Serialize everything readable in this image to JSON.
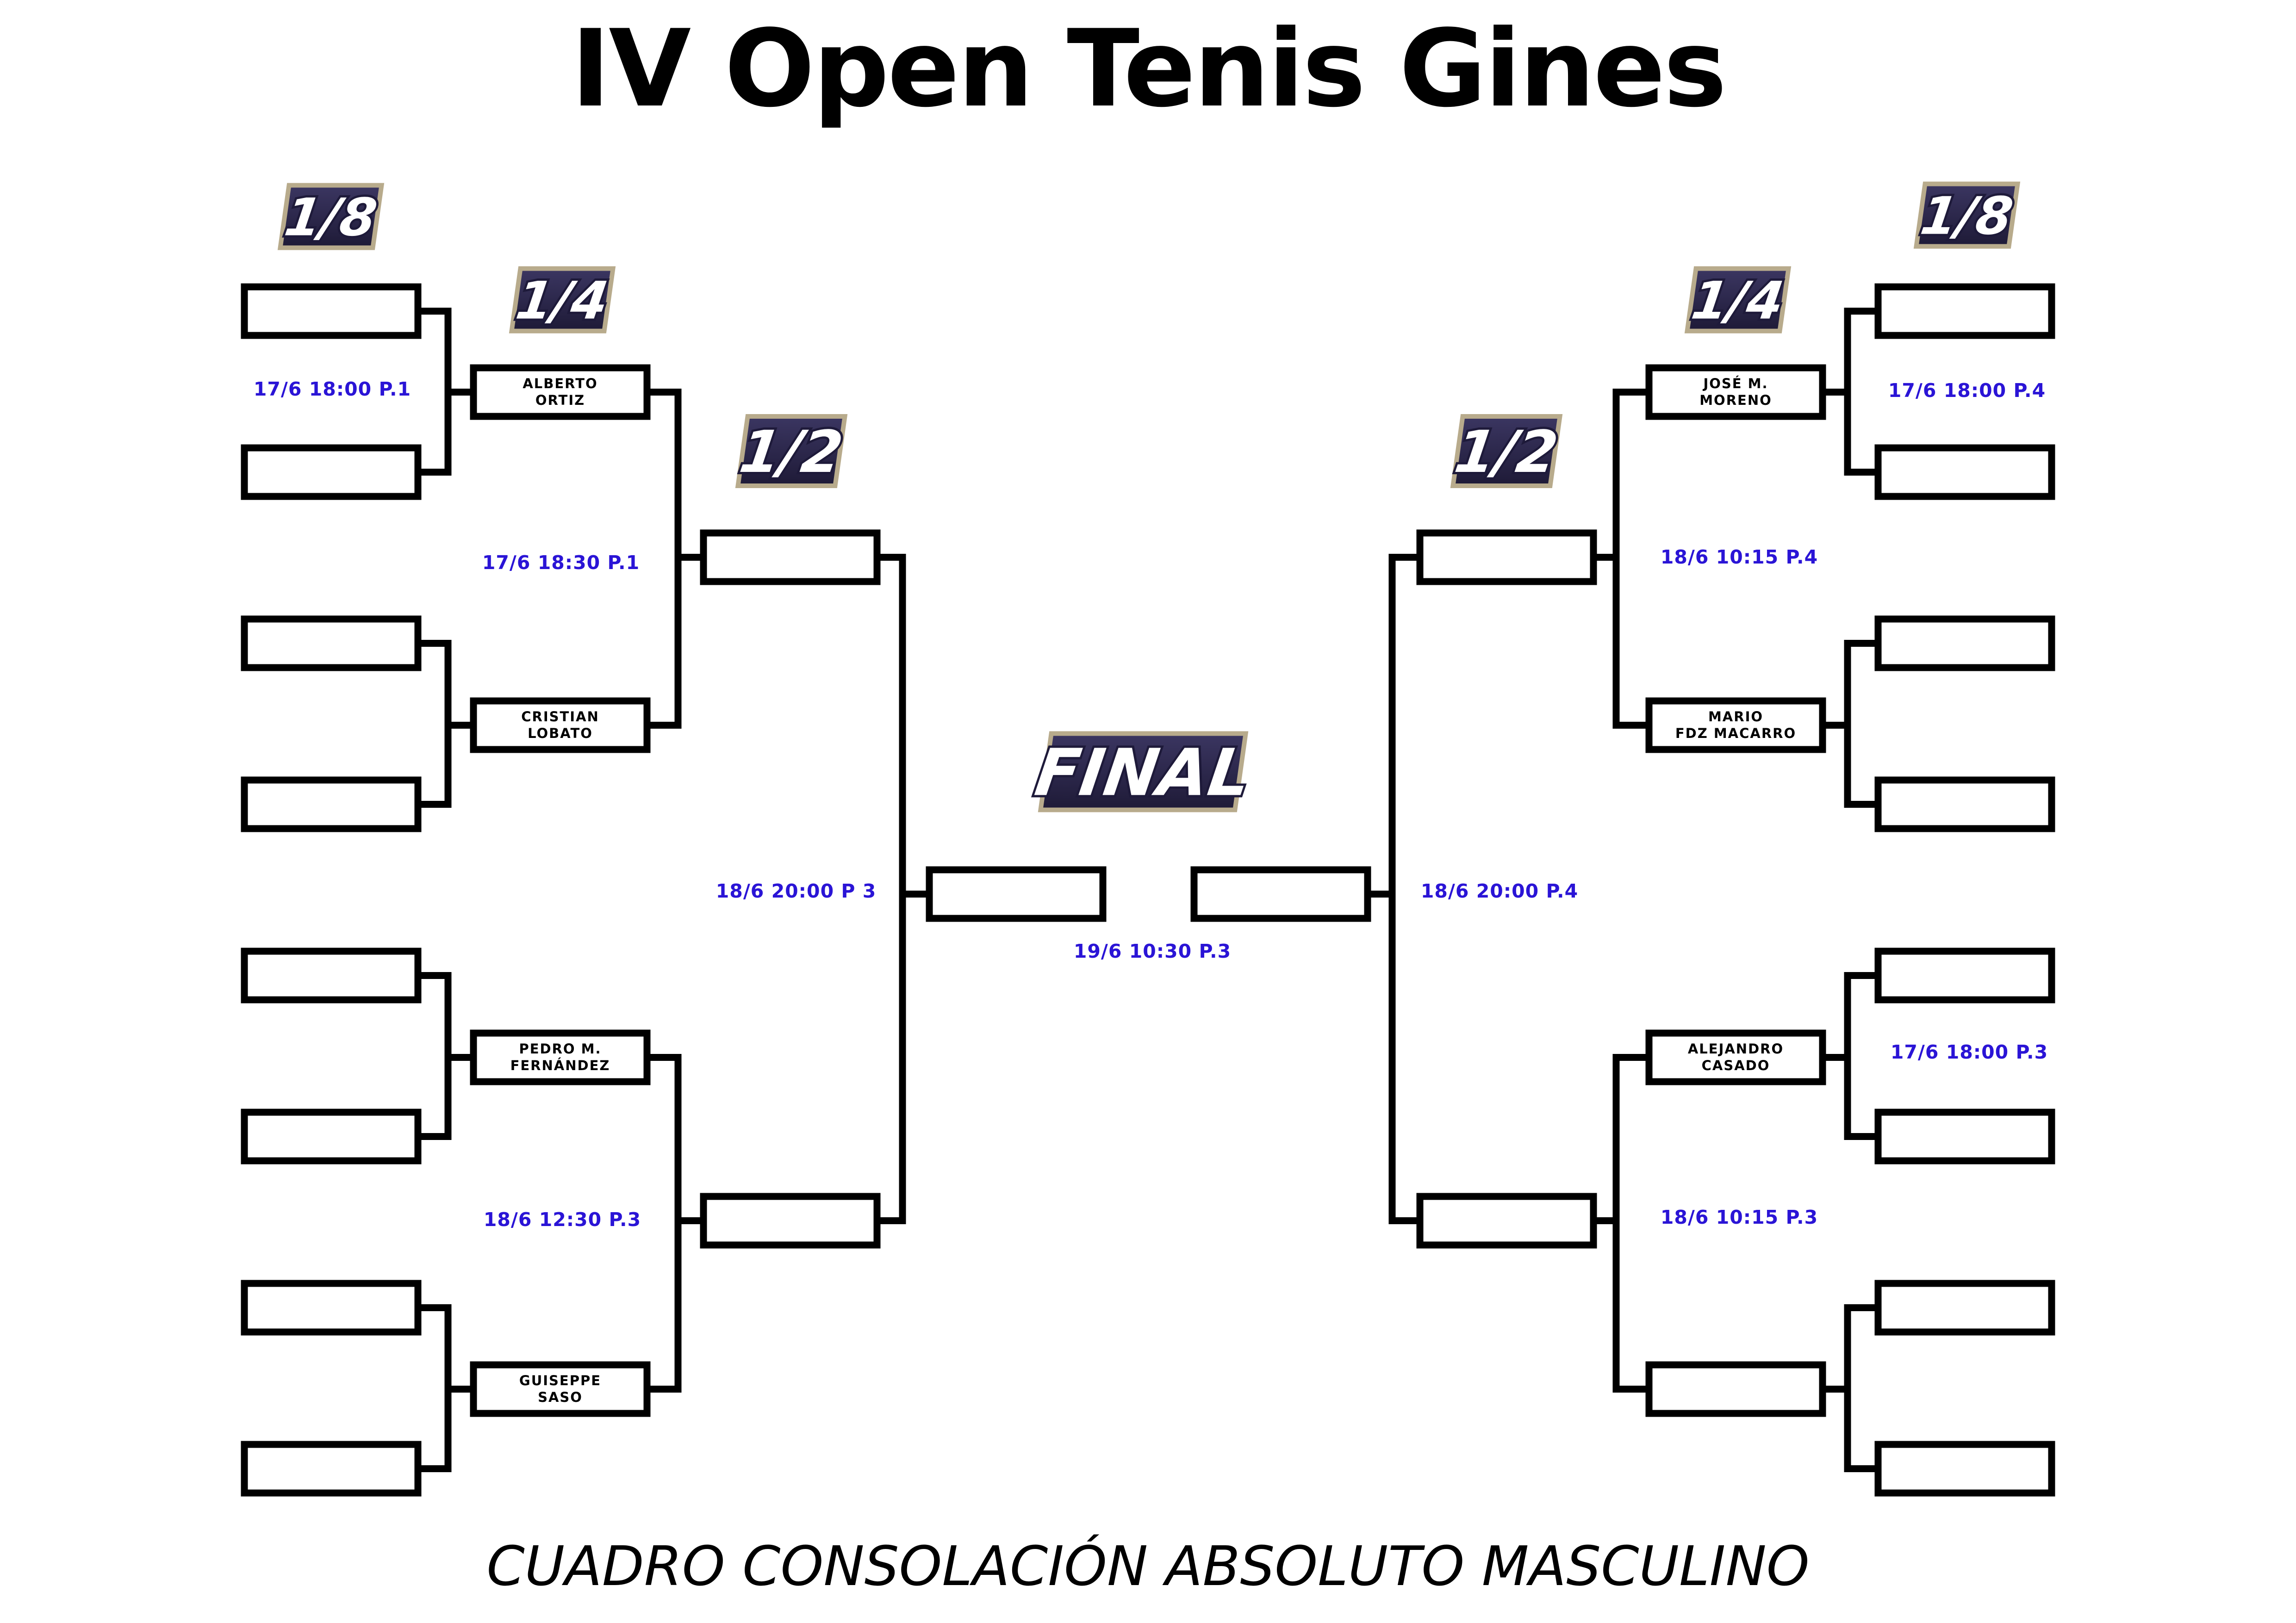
{
  "title": "IV Open Tenis Gines",
  "subtitle": "CUADRO CONSOLACIÓN ABSOLUTO MASCULINO",
  "colors": {
    "line": "#000000",
    "schedule": "#2a14d6",
    "badge_fill": "#2b2747",
    "badge_border": "#b8ab8c"
  },
  "round_labels": {
    "r16": "1/8",
    "qf": "1/4",
    "sf": "1/2",
    "final": "FINAL"
  },
  "left": {
    "qf_players": [
      [
        "ALBERTO",
        "ORTIZ"
      ],
      [
        "CRISTIAN",
        "LOBATO"
      ],
      [
        "PEDRO M.",
        "FERNÁNDEZ"
      ],
      [
        "GUISEPPE",
        "SASO"
      ]
    ],
    "r16_schedules": [
      "17/6 18:00 P.1"
    ],
    "qf_schedules": [
      "17/6 18:30 P.1",
      "18/6 12:30 P.3"
    ],
    "sf_schedule": "18/6 20:00 P 3"
  },
  "right": {
    "qf_players": [
      [
        "JOSÉ M.",
        "MORENO"
      ],
      [
        "MARIO",
        "FDZ MACARRO"
      ],
      [
        "ALEJANDRO",
        "CASADO"
      ],
      [
        "",
        ""
      ]
    ],
    "r16_schedules": [
      "17/6 18:00 P.4",
      "17/6 18:00 P.3"
    ],
    "qf_schedules": [
      "18/6 10:15 P.4",
      "18/6 10:15 P.3"
    ],
    "sf_schedule": "18/6 20:00 P.4"
  },
  "final_schedule": "19/6 10:30 P.3"
}
